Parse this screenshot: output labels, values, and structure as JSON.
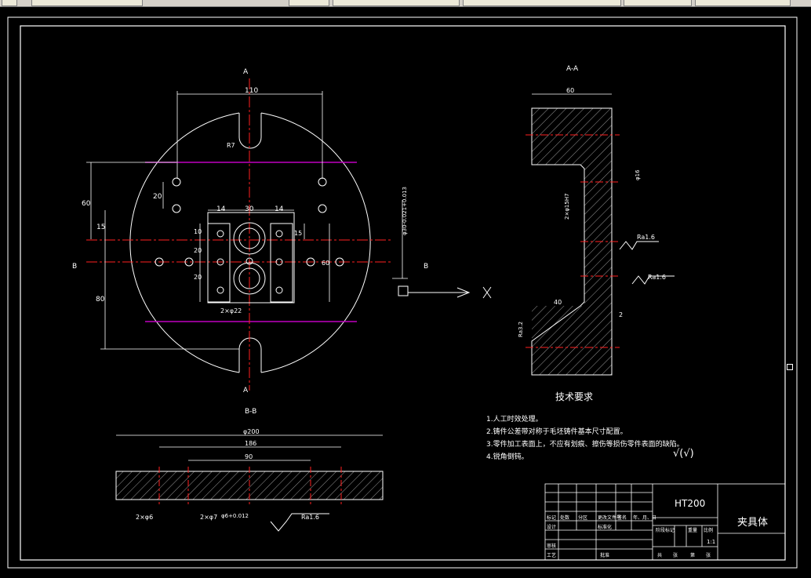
{
  "frame_title": "",
  "section_aa": {
    "label_top": "A",
    "label_bottom": "A",
    "cut_left": "B",
    "cut_right": "B",
    "dims": {
      "d110": "110",
      "d30": "30",
      "d14a": "14",
      "d14b": "14",
      "d60": "60",
      "d15": "15",
      "d80": "80",
      "d20": "20",
      "d10": "10",
      "d20b": "20",
      "d20c": "20",
      "d15b": "15",
      "d60b": "60",
      "r7": "R7",
      "holes": "2×φ22",
      "side_note": "φ30-0.021+0.013"
    }
  },
  "section_bb_right": {
    "title": "A-A",
    "d60": "60",
    "d40": "40",
    "d2": "2",
    "hole1": "φ16",
    "fit": "2×φ15H7",
    "rough1": "Ra1.6",
    "rough2": "Ra1.6",
    "rough3": "Ra3.2"
  },
  "section_bb_bottom": {
    "title": "B-B",
    "d200": "φ200",
    "d186": "186",
    "d90": "90",
    "hole1": "2×φ6",
    "hole2": "2×φ7",
    "fit": "φ6+0.012",
    "rough": "Ra1.6"
  },
  "tech_req": {
    "title": "技术要求",
    "items": [
      "1.人工时效处理。",
      "2.铸件公差带对称于毛坯铸件基本尺寸配置。",
      "3.零件加工表面上，不应有划痕、擦伤等损伤零件表面的缺陷。",
      "4.锐角倒钝。"
    ],
    "symbol": "√(√)"
  },
  "title_block": {
    "material": "HT200",
    "part_name": "夹具体",
    "scale": "1:1",
    "cells": [
      "标记",
      "处数",
      "分区",
      "更改文件号",
      "签名",
      "年、月、日",
      "设计",
      "标准化",
      "阶段标记",
      "重量",
      "比例",
      "审核",
      "工艺",
      "批准",
      "共",
      "张",
      "第",
      "张"
    ]
  },
  "colors": {
    "line": "#ffffff",
    "center": "#ff2020",
    "magenta": "#c000c0",
    "bg": "#000000",
    "toolbar": "#d4d0c8"
  }
}
